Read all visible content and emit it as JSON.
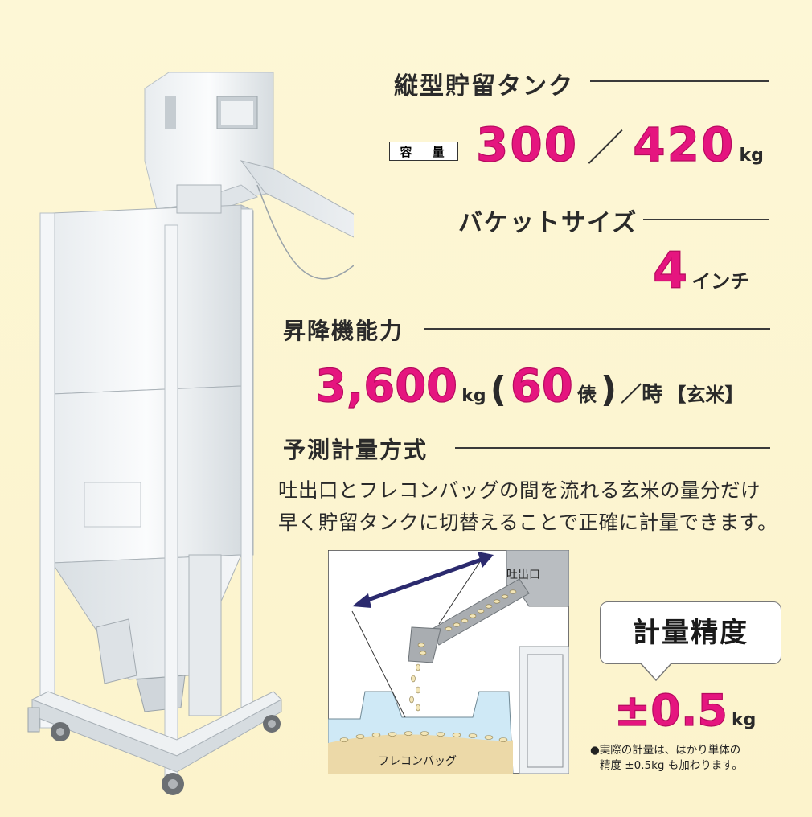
{
  "sections": {
    "tank": {
      "title": "縦型貯留タンク"
    },
    "capacity": {
      "badge": "容 量",
      "value_a": "300",
      "separator": "／",
      "value_b": "420",
      "unit": "kg"
    },
    "bucket": {
      "title": "バケットサイズ",
      "value": "4",
      "unit": "インチ"
    },
    "elevator": {
      "title": "昇降機能力",
      "value": "3,600",
      "unit": "kg",
      "paren_open": "(",
      "bags": "60",
      "bags_unit": "俵",
      "paren_close": ")",
      "per_hour": "／時",
      "grain": "【玄米】"
    },
    "method": {
      "title": "予測計量方式",
      "line1": "吐出口とフレコンバッグの間を流れる玄米の量分だけ",
      "line2": "早く貯留タンクに切替えることで正確に計量できます。"
    }
  },
  "diagram": {
    "outlet_label": "吐出口",
    "bag_label": "フレコンバッグ"
  },
  "accuracy": {
    "label": "計量精度",
    "value": "±0.5",
    "unit": "kg",
    "note_line1": "●実際の計量は、はかり単体の",
    "note_line2": "精度 ±0.5kg も加わります。"
  },
  "colors": {
    "accent": "#e5157f",
    "background": "#fdf6d3",
    "arrow": "#2b2a6e"
  }
}
